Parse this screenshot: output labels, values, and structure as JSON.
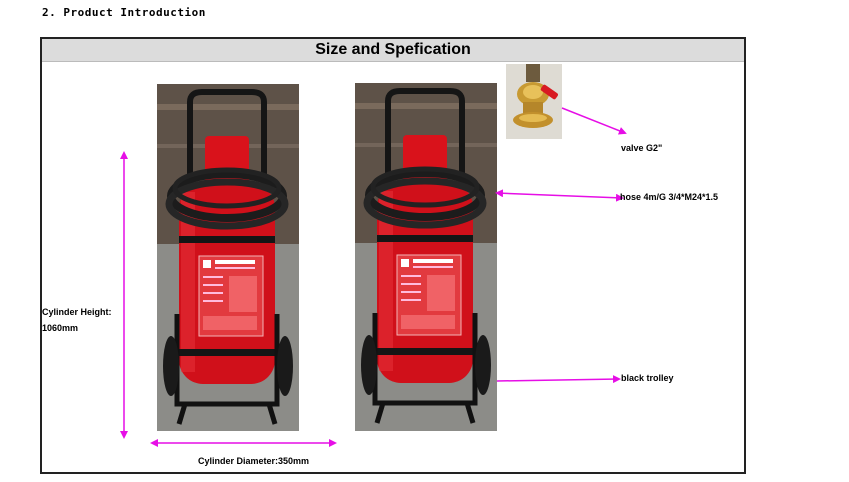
{
  "section_heading": "2. Product Introduction",
  "banner_title": "Size and Spefication",
  "annotations": {
    "height_label_line1": "Cylinder Height:",
    "height_label_line2": "1060mm",
    "diameter_label": "Cylinder Diameter:350mm",
    "valve_label": "valve G2\"",
    "hose_label": "hose 4m/G 3/4*M24*1.5",
    "trolley_label": "black trolley"
  },
  "colors": {
    "annotation_arrow": "#e60ee6",
    "extinguisher_red": "#d9121b",
    "hose_black": "#1c1c1c"
  }
}
